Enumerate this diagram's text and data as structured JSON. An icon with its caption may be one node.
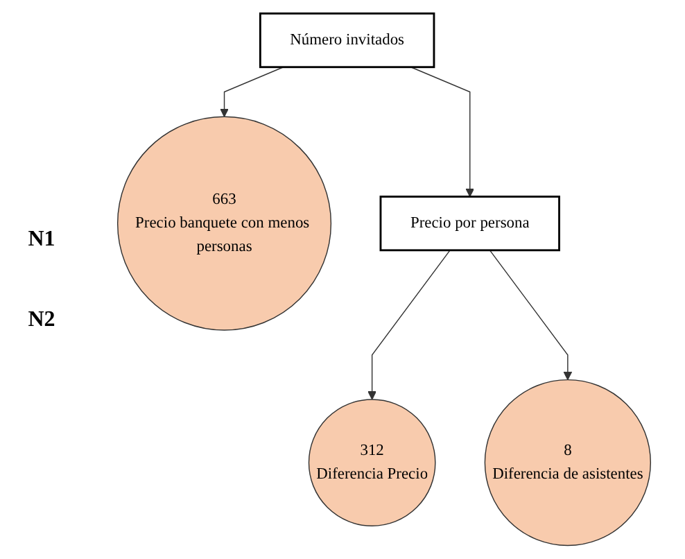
{
  "diagram": {
    "nodes": [
      {
        "text": [
          "Número invitados"
        ]
      },
      {
        "text": [
          "663",
          "Precio banquete con menos personas"
        ]
      },
      {
        "text": [
          "Precio por persona"
        ]
      },
      {
        "text": [
          "312",
          "Diferencia Precio"
        ]
      },
      {
        "text": [
          "8",
          "Diferencia de asistentes"
        ]
      }
    ],
    "edges": [
      {
        "from": 0,
        "to": 1,
        "arrow": "to"
      },
      {
        "from": 0,
        "to": 2,
        "arrow": "to"
      },
      {
        "from": 2,
        "to": 3,
        "arrow": "to"
      },
      {
        "from": 2,
        "to": 4,
        "arrow": "to"
      }
    ],
    "labels": [
      "N1",
      "N2"
    ]
  }
}
